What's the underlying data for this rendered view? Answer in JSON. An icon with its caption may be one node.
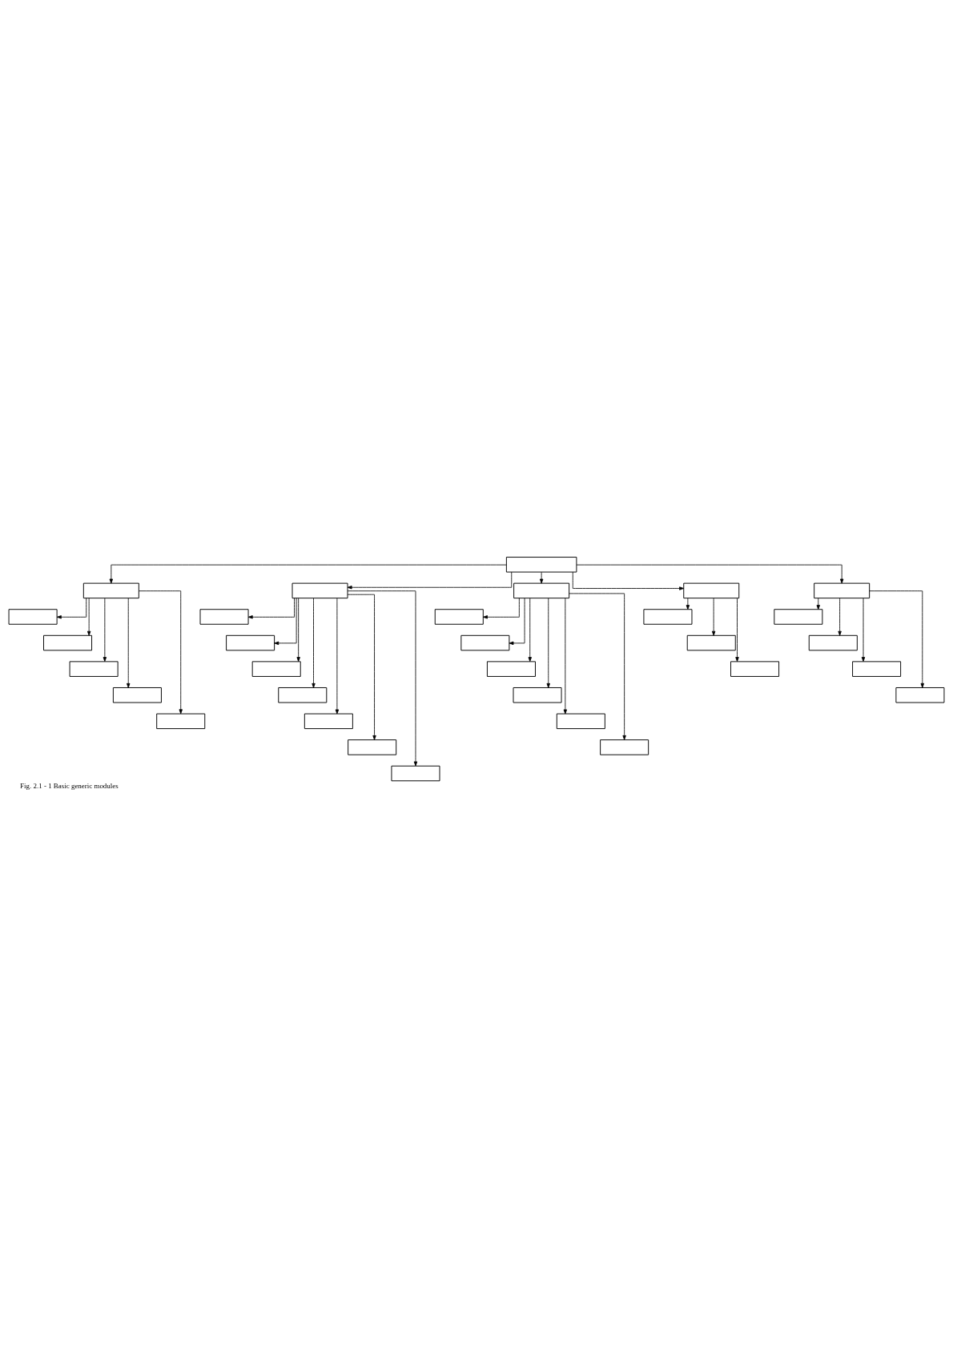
{
  "diagram": {
    "caption": "Fig. 2.1 - 1 Basic generic modules",
    "nodes": [
      {
        "text": [],
        "shape": "box"
      },
      {
        "text": [],
        "shape": "box"
      },
      {
        "text": [],
        "shape": "box"
      },
      {
        "text": [],
        "shape": "box"
      },
      {
        "text": [],
        "shape": "box"
      },
      {
        "text": [],
        "shape": "box"
      },
      {
        "text": [],
        "shape": "box"
      },
      {
        "text": [],
        "shape": "box"
      },
      {
        "text": [],
        "shape": "box"
      },
      {
        "text": [],
        "shape": "box"
      },
      {
        "text": [],
        "shape": "box"
      },
      {
        "text": [],
        "shape": "box"
      },
      {
        "text": [],
        "shape": "box"
      },
      {
        "text": [],
        "shape": "box"
      },
      {
        "text": [],
        "shape": "box"
      },
      {
        "text": [],
        "shape": "box"
      },
      {
        "text": [],
        "shape": "box"
      },
      {
        "text": [],
        "shape": "box"
      },
      {
        "text": [],
        "shape": "box"
      },
      {
        "text": [],
        "shape": "box"
      },
      {
        "text": [],
        "shape": "box"
      },
      {
        "text": [],
        "shape": "box"
      },
      {
        "text": [],
        "shape": "box"
      },
      {
        "text": [],
        "shape": "box"
      },
      {
        "text": [],
        "shape": "box"
      },
      {
        "text": [],
        "shape": "box"
      },
      {
        "text": [],
        "shape": "box"
      },
      {
        "text": [],
        "shape": "box"
      },
      {
        "text": [],
        "shape": "box"
      },
      {
        "text": [],
        "shape": "box"
      },
      {
        "text": [],
        "shape": "box"
      }
    ],
    "edges": [
      {
        "from": 0,
        "to": 1,
        "arrow": "to"
      },
      {
        "from": 0,
        "to": 2,
        "arrow": "to"
      },
      {
        "from": 0,
        "to": 3,
        "arrow": "to"
      },
      {
        "from": 0,
        "to": 4,
        "arrow": "to"
      },
      {
        "from": 0,
        "to": 5,
        "arrow": "to"
      },
      {
        "from": 1,
        "to": 6,
        "arrow": "to"
      },
      {
        "from": 1,
        "to": 7,
        "arrow": "to"
      },
      {
        "from": 1,
        "to": 8,
        "arrow": "to"
      },
      {
        "from": 1,
        "to": 9,
        "arrow": "to"
      },
      {
        "from": 1,
        "to": 10,
        "arrow": "to"
      },
      {
        "from": 2,
        "to": 11,
        "arrow": "to"
      },
      {
        "from": 2,
        "to": 12,
        "arrow": "to"
      },
      {
        "from": 2,
        "to": 13,
        "arrow": "to"
      },
      {
        "from": 2,
        "to": 14,
        "arrow": "to"
      },
      {
        "from": 2,
        "to": 15,
        "arrow": "to"
      },
      {
        "from": 2,
        "to": 16,
        "arrow": "to"
      },
      {
        "from": 2,
        "to": 17,
        "arrow": "to"
      },
      {
        "from": 3,
        "to": 18,
        "arrow": "to"
      },
      {
        "from": 3,
        "to": 19,
        "arrow": "to"
      },
      {
        "from": 3,
        "to": 20,
        "arrow": "to"
      },
      {
        "from": 3,
        "to": 21,
        "arrow": "to"
      },
      {
        "from": 3,
        "to": 22,
        "arrow": "to"
      },
      {
        "from": 3,
        "to": 23,
        "arrow": "to"
      },
      {
        "from": 4,
        "to": 24,
        "arrow": "to"
      },
      {
        "from": 4,
        "to": 25,
        "arrow": "to"
      },
      {
        "from": 4,
        "to": 26,
        "arrow": "to"
      },
      {
        "from": 5,
        "to": 27,
        "arrow": "to"
      },
      {
        "from": 5,
        "to": 28,
        "arrow": "to"
      },
      {
        "from": 5,
        "to": 29,
        "arrow": "to"
      },
      {
        "from": 5,
        "to": 30,
        "arrow": "to"
      }
    ]
  }
}
